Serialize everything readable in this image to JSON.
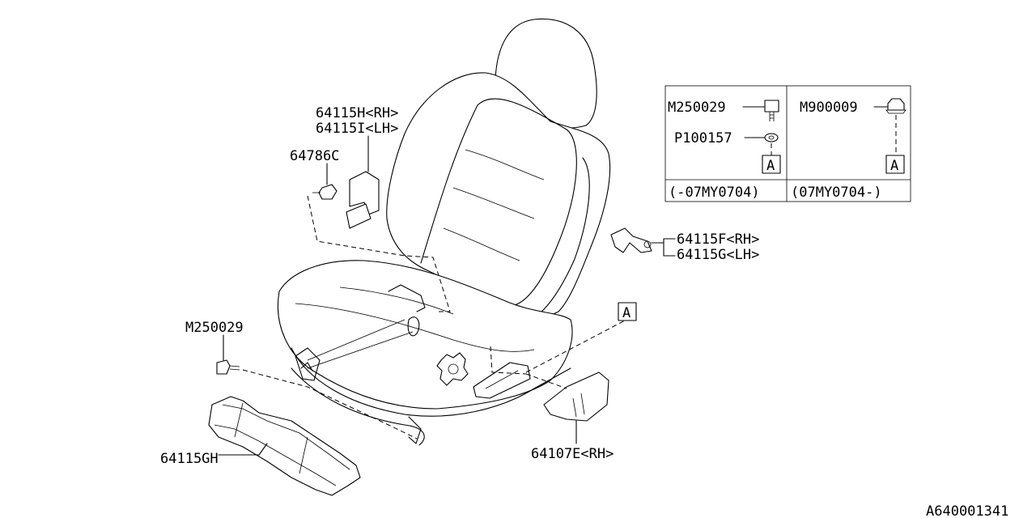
{
  "callouts": {
    "bracket_rh": "64115H<RH>",
    "bracket_lh": "64115I<LH>",
    "clip": "64786C",
    "bolt_left": "M250029",
    "tray": "64115GH",
    "cover_rh": "64107E<RH>",
    "upper_rh": "64115F<RH>",
    "upper_lh": "64115G<LH>"
  },
  "reference_marker": "A",
  "fastener_table": {
    "left": {
      "bolt": "M250029",
      "washer": "P100157",
      "marker": "A",
      "range": "(-07MY0704)"
    },
    "right": {
      "bolt": "M900009",
      "marker": "A",
      "range": "(07MY0704-)"
    }
  },
  "diagram_code": "A640001341"
}
